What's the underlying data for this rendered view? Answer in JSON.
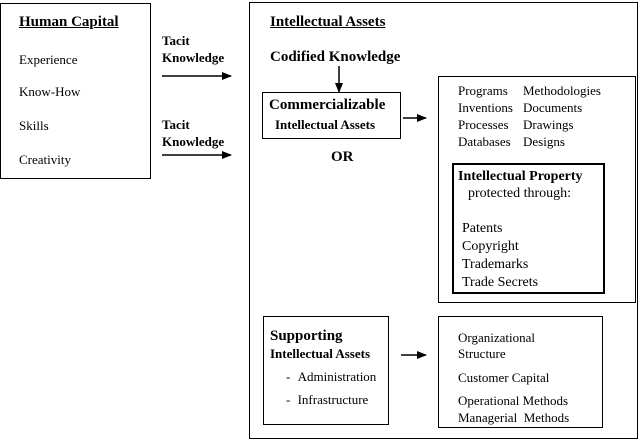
{
  "human_capital": {
    "title": "Human Capital",
    "items": [
      "Experience",
      "Know-How",
      "Skills",
      "Creativity"
    ]
  },
  "tacit_labels": [
    {
      "line1": "Tacit",
      "line2": "Knowledge"
    },
    {
      "line1": "Tacit",
      "line2": "Knowledge"
    }
  ],
  "intellectual_assets": {
    "title": "Intellectual Assets",
    "codified": "Codified Knowledge",
    "commercializable": {
      "line1": "Commercializable",
      "line2": "Intellectual Assets"
    },
    "or": "OR",
    "asset_types": {
      "col1": [
        "Programs",
        "Inventions",
        "Processes",
        "Databases"
      ],
      "col2": [
        "Methodologies",
        "Documents",
        "Drawings",
        "Designs"
      ]
    },
    "ip": {
      "title": "Intellectual Property",
      "subtitle": "protected through:",
      "items": [
        "Patents",
        "Copyright",
        "Trademarks",
        "Trade Secrets"
      ]
    },
    "supporting": {
      "line1": "Supporting",
      "line2": "Intellectual Assets",
      "items": [
        {
          "dash": "-",
          "label": "Administration"
        },
        {
          "dash": "-",
          "label": "Infrastructure"
        }
      ]
    },
    "org_items": [
      "Organizational",
      "Structure",
      "Customer Capital",
      "Operational Methods",
      "Managerial  Methods"
    ]
  }
}
